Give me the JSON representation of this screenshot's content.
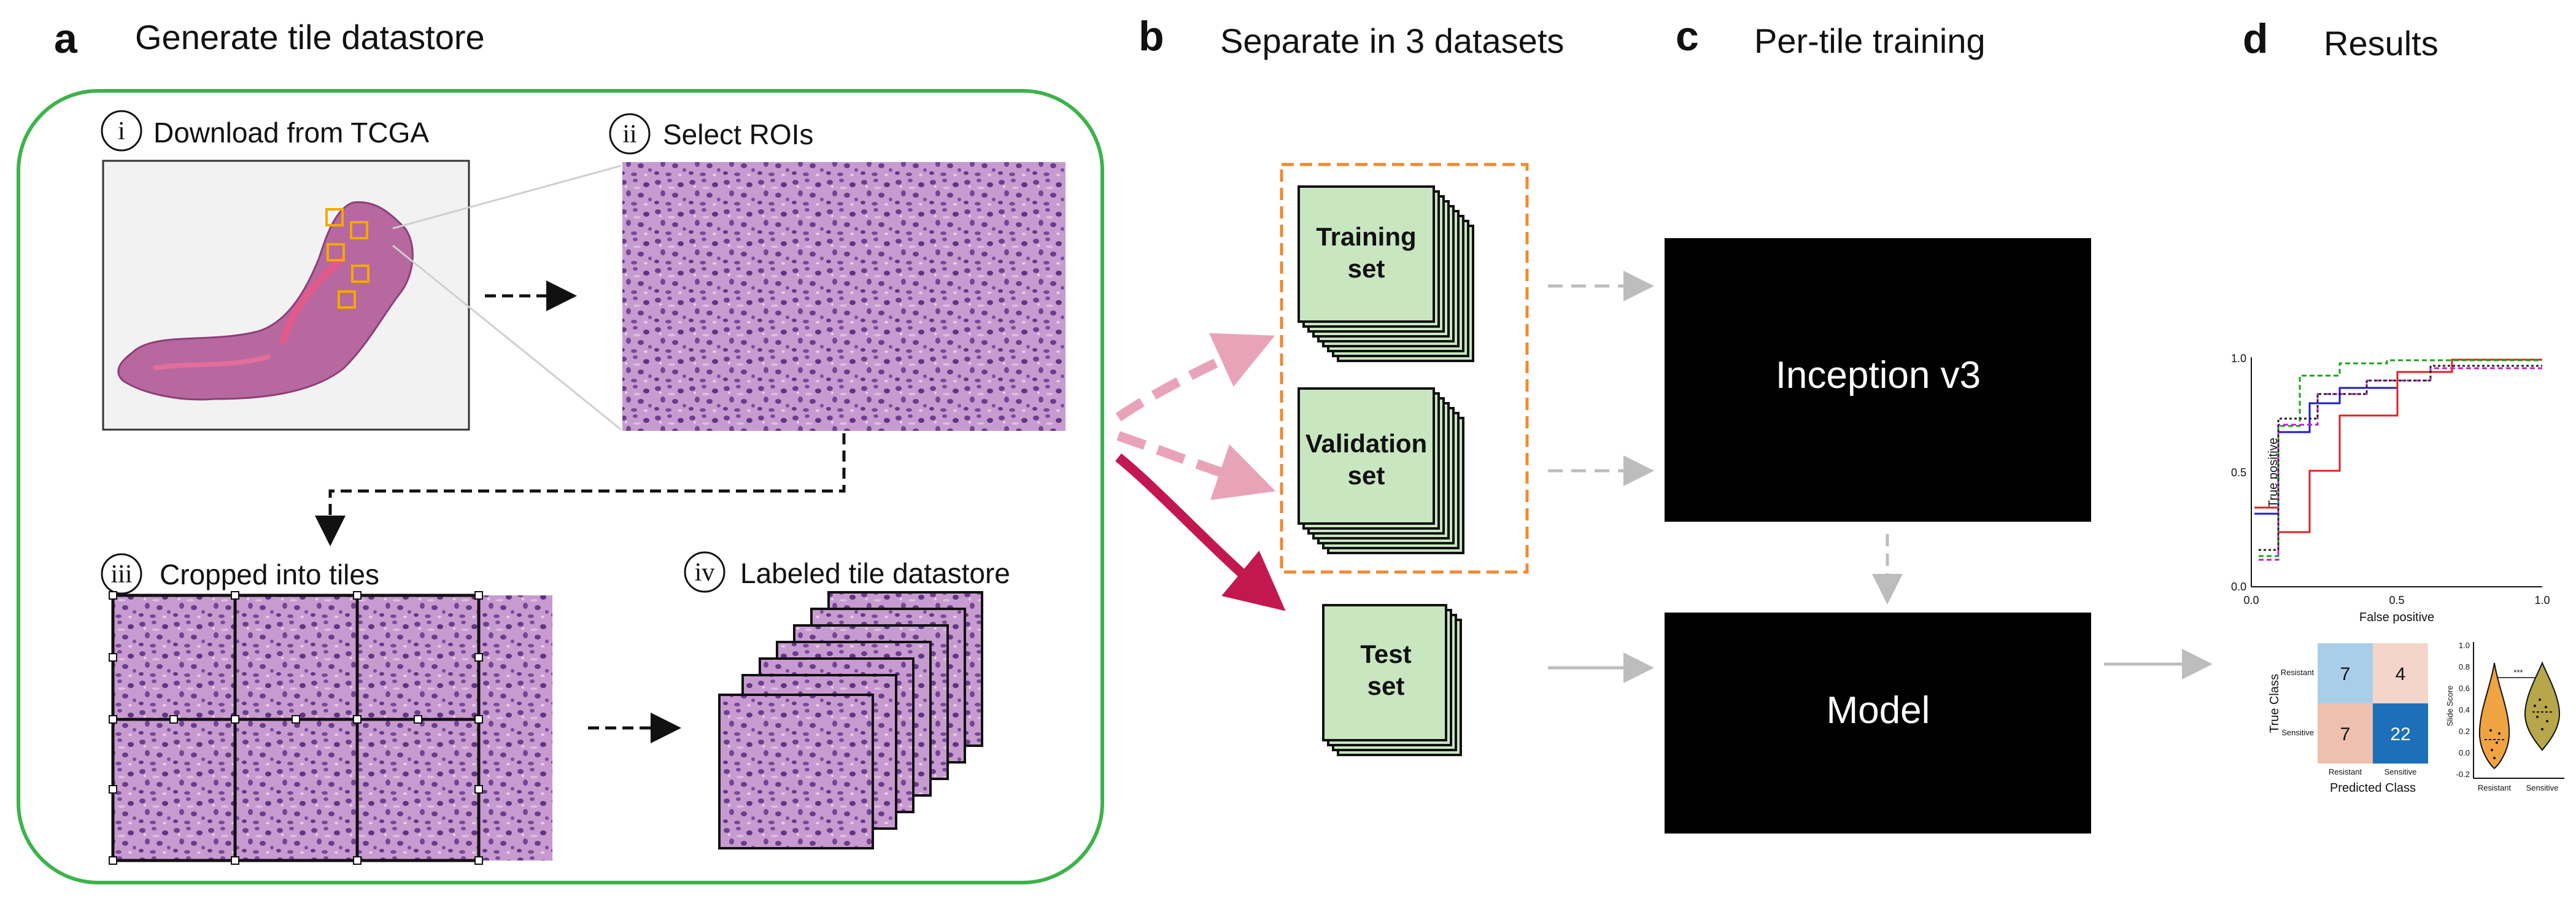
{
  "panels": {
    "a": {
      "letter": "a",
      "title": "Generate tile datastore"
    },
    "b": {
      "letter": "b",
      "title": "Separate in 3 datasets"
    },
    "c": {
      "letter": "c",
      "title": "Per-tile training"
    },
    "d": {
      "letter": "d",
      "title": "Results"
    }
  },
  "steps": [
    {
      "numeral": "i",
      "label": "Download from TCGA"
    },
    {
      "numeral": "ii",
      "label": "Select ROIs"
    },
    {
      "numeral": "iii",
      "label": "Cropped into tiles"
    },
    {
      "numeral": "iv",
      "label": "Labeled tile datastore"
    }
  ],
  "datasets": {
    "training": {
      "line1": "Training",
      "line2": "set"
    },
    "validation": {
      "line1": "Validation",
      "line2": "set"
    },
    "test": {
      "line1": "Test",
      "line2": "set"
    }
  },
  "models": {
    "inception": "Inception v3",
    "model": "Model"
  },
  "roc": {
    "xlabel": "False positive",
    "ylabel": "True positive",
    "xticks": [
      "0.0",
      "0.5",
      "1.0"
    ],
    "yticks": [
      "0.0",
      "0.5",
      "1.0"
    ]
  },
  "confusion": {
    "xlabel": "Predicted Class",
    "ylabel": "True Class",
    "row_labels": [
      "Resistant",
      "Sensitive"
    ],
    "col_labels": [
      "Resistant",
      "Sensitive"
    ],
    "cells": [
      [
        "7",
        "4"
      ],
      [
        "7",
        "22"
      ]
    ],
    "colors": [
      [
        "#a9cfe8",
        "#f3d6c9"
      ],
      [
        "#efc0ad",
        "#1c6fb8"
      ]
    ]
  },
  "violin": {
    "ylabel": "Slide Score",
    "xticks": [
      "Resistant",
      "Sensitive"
    ],
    "yticks": [
      "-0.2",
      "0.0",
      "0.2",
      "0.4",
      "0.6",
      "0.8",
      "1.0"
    ],
    "significance": "***",
    "colors": {
      "resistant": "#f0a341",
      "sensitive": "#b7a64a"
    }
  },
  "colors": {
    "panel_a_border": "#3db34a",
    "split_box": "#f08a2e",
    "set_fill": "#c8e6bf",
    "model_box": "#000000",
    "arrow_gray": "#bdbdbd",
    "arrow_pink_light": "#e9a3b8",
    "arrow_crimson": "#c2184f",
    "roi_marker": "#f2a900"
  }
}
